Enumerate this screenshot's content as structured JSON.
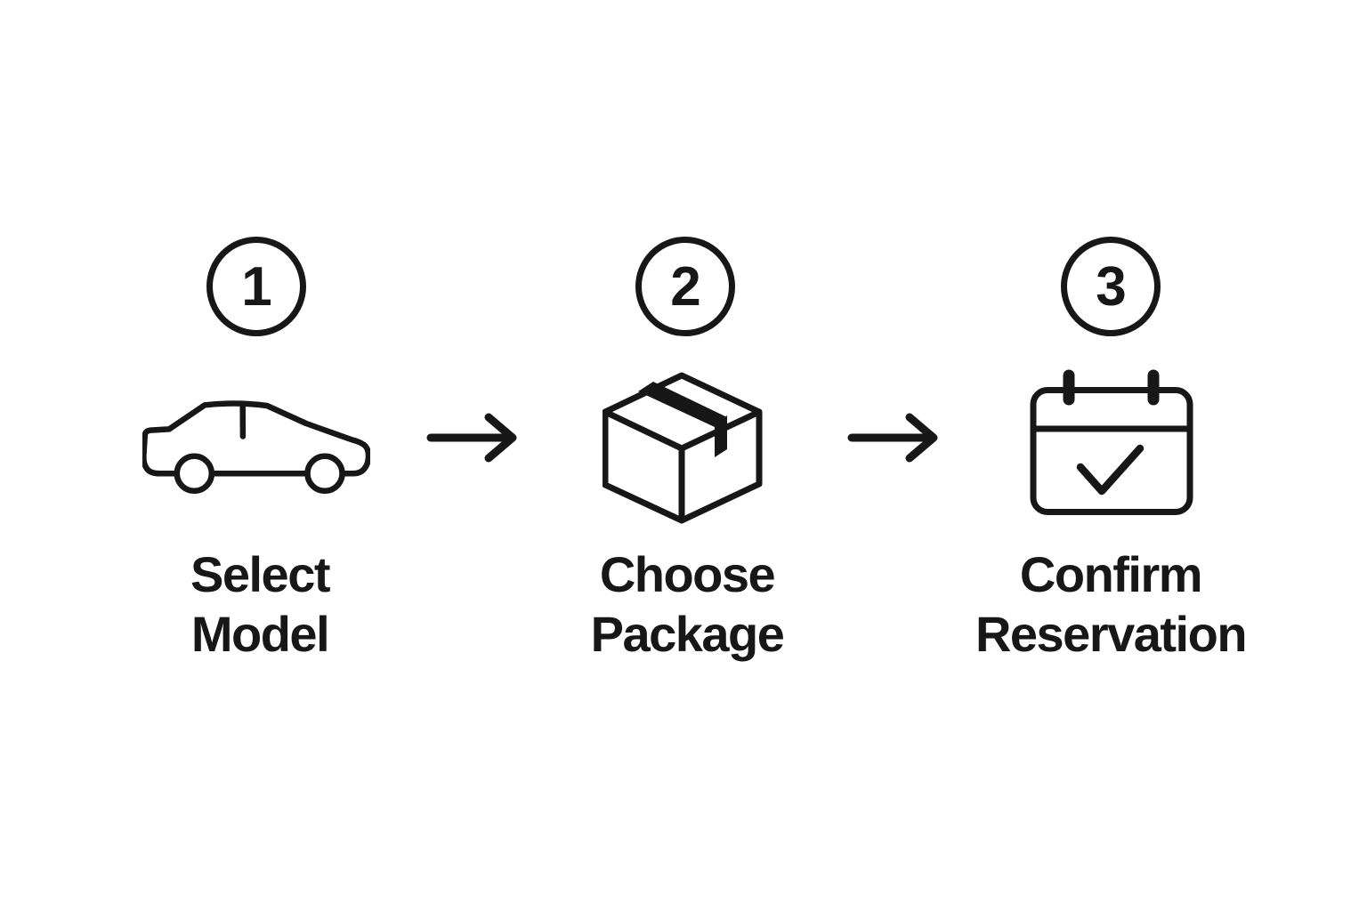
{
  "steps": [
    {
      "number": "1",
      "label_line1": "Select",
      "label_line2": "Model",
      "icon": "car-icon"
    },
    {
      "number": "2",
      "label_line1": "Choose",
      "label_line2": "Package",
      "icon": "package-box-icon"
    },
    {
      "number": "3",
      "label_line1": "Confirm",
      "label_line2": "Reservation",
      "icon": "calendar-check-icon"
    }
  ],
  "arrows": [
    {
      "icon": "right-arrow-icon"
    },
    {
      "icon": "right-arrow-icon"
    }
  ],
  "colors": {
    "ink": "#171717",
    "background": "#ffffff"
  }
}
